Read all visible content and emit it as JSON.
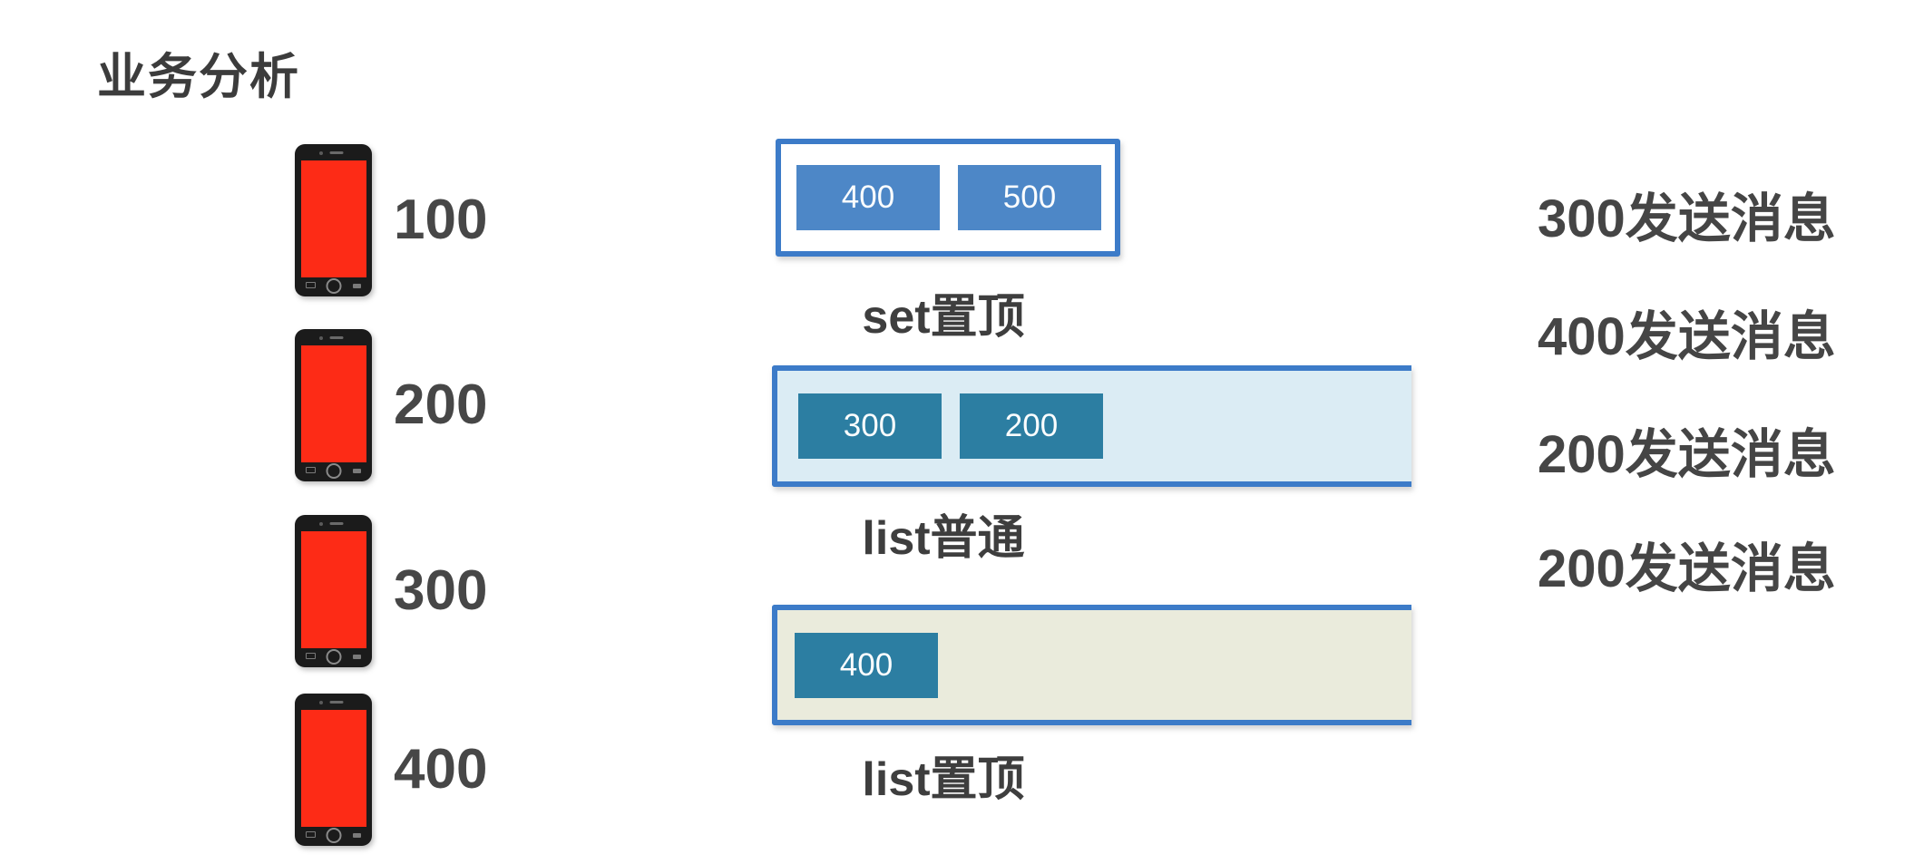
{
  "page": {
    "title": "业务分析",
    "background": "#FFFFFF"
  },
  "colors": {
    "title_text": "#3C3C3C",
    "phone_label_text": "#474747",
    "message_text": "#454545",
    "caption_text": "#3E3E3E",
    "box_border_blue": "#3C7BC8",
    "chip_blue": "#4D87C7",
    "chip_teal": "#2C7EA2",
    "box_set_bg": "#FFFFFF",
    "box_list_normal_bg": "#DBECF4",
    "box_list_top_bg": "#EAEBDC",
    "phone_body": "#1B1B1B",
    "phone_screen_red": "#FD2B16",
    "chip_text": "#FFFFFF"
  },
  "phones": [
    {
      "icon": "smartphone-icon",
      "label": "100"
    },
    {
      "icon": "smartphone-icon",
      "label": "200"
    },
    {
      "icon": "smartphone-icon",
      "label": "300"
    },
    {
      "icon": "smartphone-icon",
      "label": "400"
    }
  ],
  "groups": [
    {
      "caption": "set置顶",
      "style": "white",
      "chips": [
        "400",
        "500"
      ]
    },
    {
      "caption": "list普通",
      "style": "light-blue",
      "chips": [
        "300",
        "200"
      ]
    },
    {
      "caption": "list置顶",
      "style": "beige",
      "chips": [
        "400"
      ]
    }
  ],
  "messages": [
    "300发送消息",
    "400发送消息",
    "200发送消息",
    "200发送消息"
  ]
}
